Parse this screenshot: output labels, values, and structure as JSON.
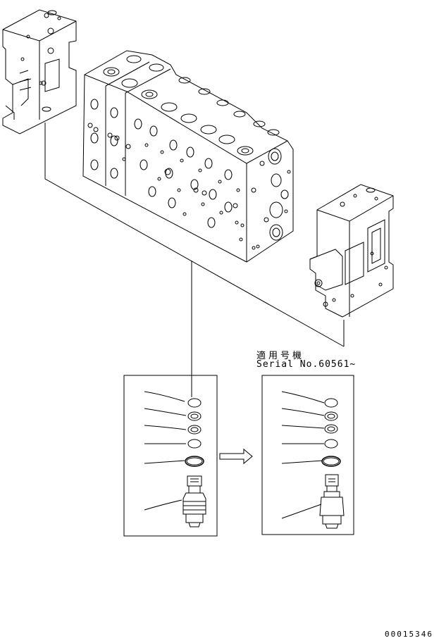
{
  "applicability": {
    "label_jp": "適用号機",
    "serial": "Serial No.60561~"
  },
  "drawing_number": "00015346",
  "colors": {
    "line": "#000000",
    "background": "#ffffff"
  }
}
